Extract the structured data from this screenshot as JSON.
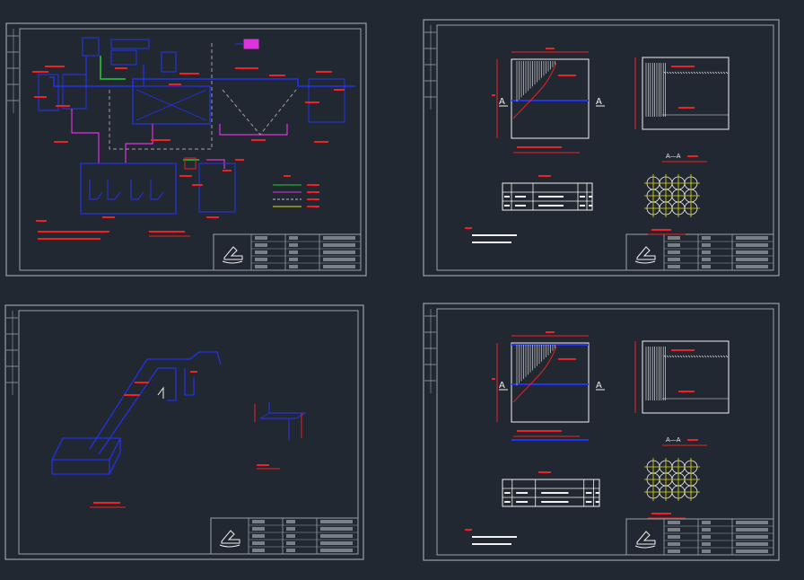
{
  "app": {
    "title": "",
    "background": "#222831"
  },
  "colors": {
    "frame": "#9aa0a8",
    "blue": "#2233ee",
    "red": "#ee2222",
    "magenta": "#dd33dd",
    "yellow": "#e8e000",
    "green": "#22cc33",
    "white": "#f0f0f0"
  },
  "sheets": [
    {
      "id": "process-flow",
      "view_label": "",
      "logo_icon": "title-block-logo-icon"
    },
    {
      "id": "aerator-detail-1",
      "view_label": "A—A",
      "logo_icon": "title-block-logo-icon"
    },
    {
      "id": "pipe-isometric",
      "view_label": "",
      "logo_icon": "title-block-logo-icon"
    },
    {
      "id": "aerator-detail-2",
      "view_label": "A—A",
      "logo_icon": "title-block-logo-icon"
    }
  ],
  "section_markers": [
    "A",
    "A",
    "A",
    "A"
  ]
}
